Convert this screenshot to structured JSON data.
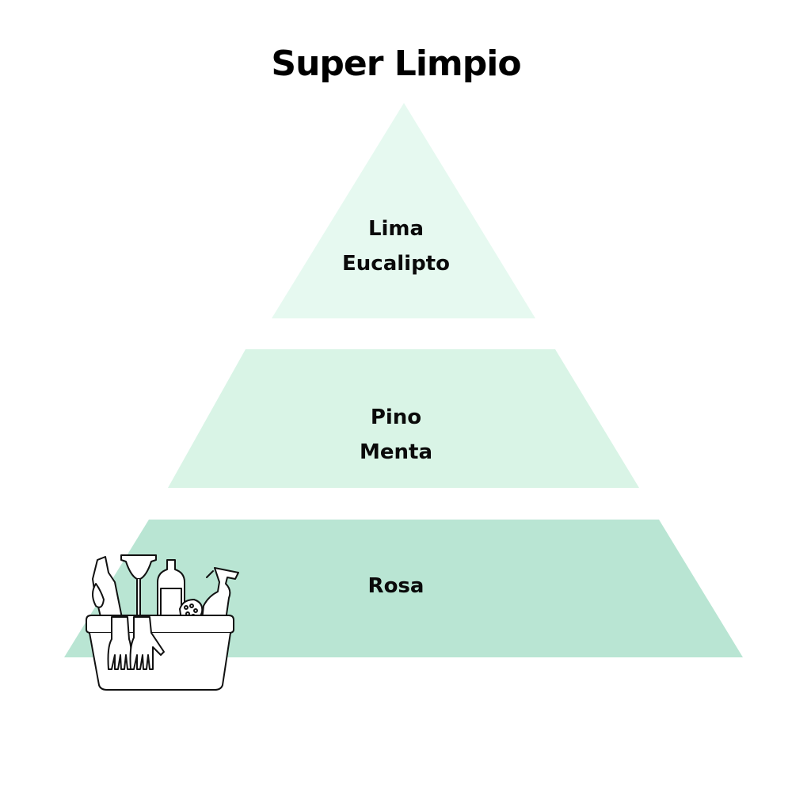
{
  "title": "Super Limpio",
  "tiers": [
    {
      "name": "top",
      "lines": [
        "Lima",
        "Eucalipto"
      ],
      "color": "#e6f9f0"
    },
    {
      "name": "middle",
      "lines": [
        "Pino",
        "Menta"
      ],
      "color": "#d9f4e6"
    },
    {
      "name": "base",
      "lines": [
        "Rosa"
      ],
      "color": "#b9e5d3"
    }
  ],
  "illustration": "cleaning-supplies-basket-icon"
}
